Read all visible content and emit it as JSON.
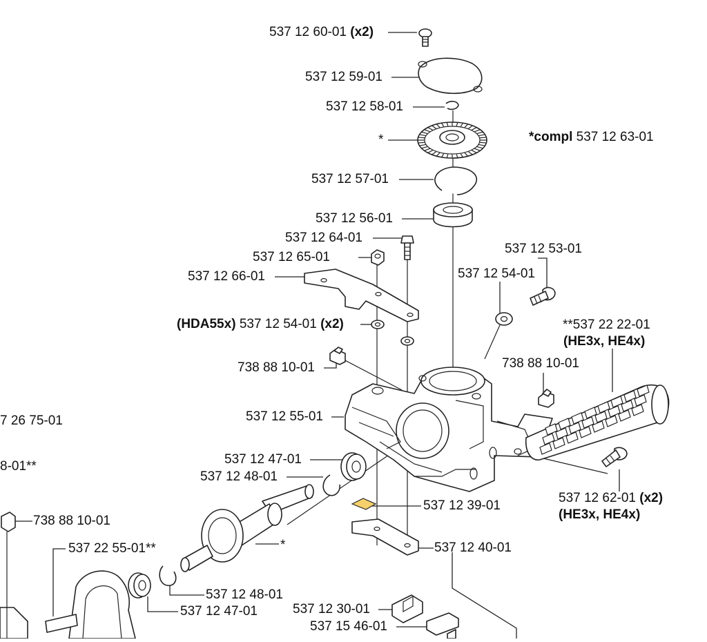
{
  "labels": {
    "screw_cover": "537 12 60-01",
    "screw_cover_qty": "(x2)",
    "cover": "537 12 59-01",
    "circlip_top": "537 12 58-01",
    "gear_top_mark": "*",
    "compl_prefix": "*compl",
    "compl_number": "537 12 63-01",
    "retaining_ring": "537 12 57-01",
    "bearing_top": "537 12 56-01",
    "bolt": "537 12 64-01",
    "nut": "537 12 65-01",
    "bracket": "537 12 66-01",
    "washer_prefix": "(HDA55x)",
    "washer": "537 12 54-01",
    "washer_qty": "(x2)",
    "grease_nipple_left": "738 88 10-01",
    "housing": "537 12 55-01",
    "screw_right": "537 12 53-01",
    "washer_right": "537 12 54-01",
    "handle": "**537 22 22-01",
    "handle_models": "(HE3x, HE4x)",
    "grease_nipple_right": "738 88 10-01",
    "screw_handle": "537 12 62-01",
    "screw_handle_qty": "(x2)",
    "screw_handle_models": "(HE3x, HE4x)",
    "left_cut_1": "7 26 75-01",
    "left_cut_2": "8-01**",
    "bearing_mid": "537 12 47-01",
    "circlip_mid": "537 12 48-01",
    "pad": "537 12 39-01",
    "plate": "537 12 40-01",
    "grease_nipple_bottom": "738 88 10-01",
    "shaft_assy": "537 22 55-01**",
    "gear_bottom_mark": "*",
    "circlip_low": "537 12 48-01",
    "bearing_low": "537 12 47-01",
    "spacer": "537 12 30-01",
    "block": "537 15 46-01"
  }
}
